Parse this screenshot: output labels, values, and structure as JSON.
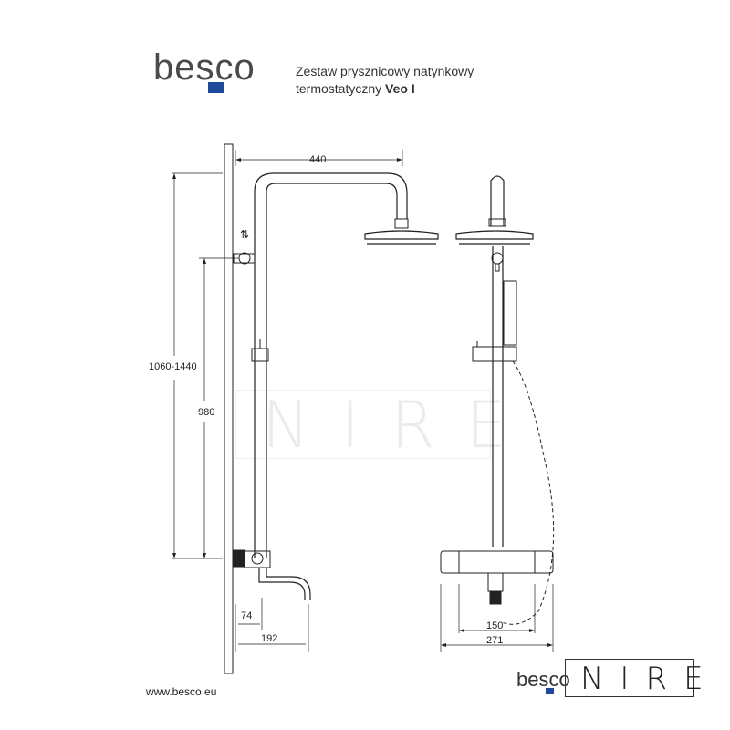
{
  "brand": {
    "logo_text": "besco",
    "footer_logo_text": "besco",
    "accent": "#1f4a9c"
  },
  "title": {
    "line1": "Zestaw prysznicowy natynkowy",
    "line2_normal": "termostatyczny ",
    "line2_bold": "Veo I"
  },
  "dimensions": {
    "reach": "440",
    "height_range": "1060-1440",
    "bar_length": "980",
    "spout_offset": "74",
    "spout_length": "192",
    "center_spacing": "150",
    "mixer_width": "271",
    "adjust_symbol": "⇅"
  },
  "footer": {
    "url": "www.besco.eu"
  },
  "watermark": {
    "text": "NIRE"
  },
  "nire_badge": {
    "text": "NIRE"
  }
}
